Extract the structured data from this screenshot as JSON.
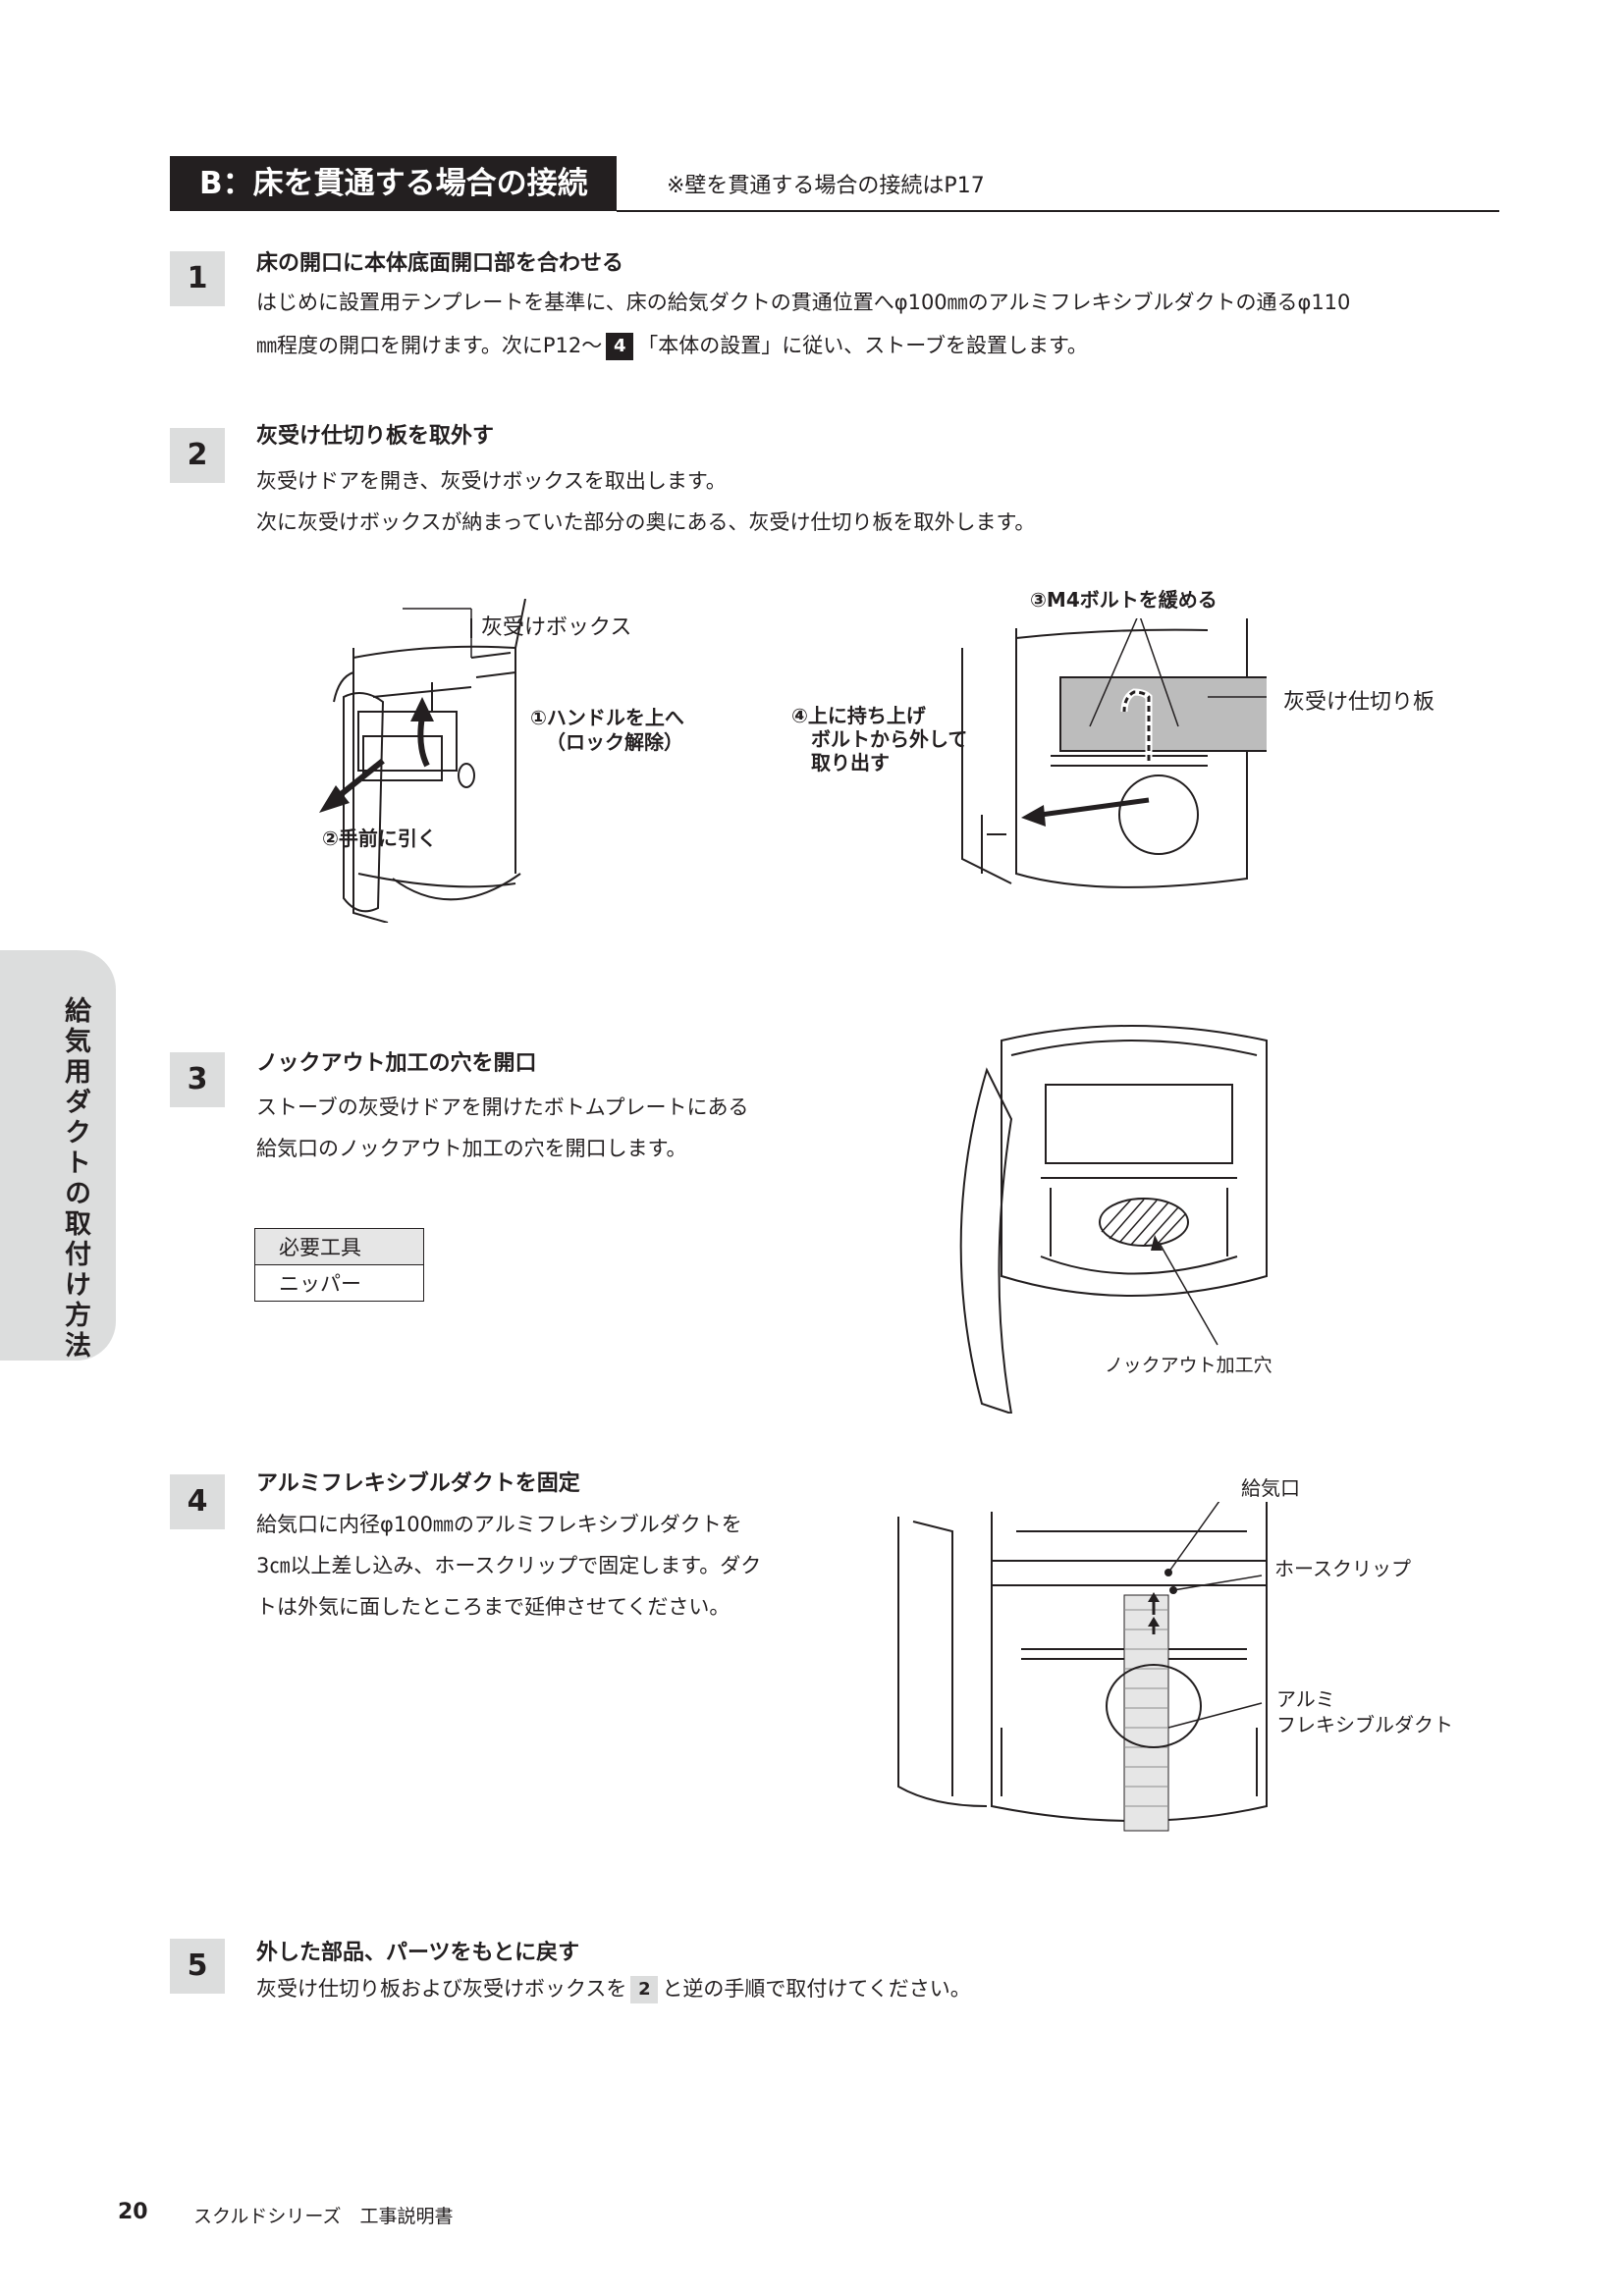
{
  "section": {
    "label": "B：床を貫通する場合の接続",
    "note": "※壁を貫通する場合の接続はP17"
  },
  "side_tab": {
    "label": "給気用ダクトの取付け方法"
  },
  "steps": [
    {
      "number": "1",
      "title": "床の開口に本体底面開口部を合わせる",
      "line1": "はじめに設置用テンプレートを基準に、床の給気ダクトの貫通位置へφ100㎜のアルミフレキシブルダクトの通るφ110",
      "line2_pre": "㎜程度の開口を開けます。次にP12～",
      "line2_badge": "4",
      "line2_post": "「本体の設置」に従い、ストーブを設置します。"
    },
    {
      "number": "2",
      "title": "灰受け仕切り板を取外す",
      "line1": "灰受けドアを開き、灰受けボックスを取出します。",
      "line2": "次に灰受けボックスが納まっていた部分の奥にある、灰受け仕切り板を取外します。"
    },
    {
      "number": "3",
      "title": "ノックアウト加工の穴を開口",
      "line1": "ストーブの灰受けドアを開けたボトムプレートにある",
      "line2": "給気口のノックアウト加工の穴を開口します。"
    },
    {
      "number": "4",
      "title": "アルミフレキシブルダクトを固定",
      "line1": "給気口に内径φ100㎜のアルミフレキシブルダクトを",
      "line2": "3㎝以上差し込み、ホースクリップで固定します。ダク",
      "line3": "トは外気に面したところまで延伸させてください。"
    },
    {
      "number": "5",
      "title": "外した部品、パーツをもとに戻す",
      "line1_pre": "灰受け仕切り板および灰受けボックスを",
      "line1_badge": "2",
      "line1_post": "と逆の手順で取付けてください。"
    }
  ],
  "figure_step2_left": {
    "label_box": "灰受けボックス",
    "label_handle_1": "①ハンドルを上へ",
    "label_handle_2": "（ロック解除）",
    "label_pull": "②手前に引く"
  },
  "figure_step2_right": {
    "label_bolt": "③M4ボルトを緩める",
    "label_lift_1": "④上に持ち上げ",
    "label_lift_2": "ボルトから外して",
    "label_lift_3": "取り出す",
    "label_plate": "灰受け仕切り板"
  },
  "figure_step3": {
    "label_knockout": "ノックアウト加工穴"
  },
  "tools": {
    "header": "必要工具",
    "item": "ニッパー"
  },
  "figure_step4": {
    "label_inlet": "給気口",
    "label_clip": "ホースクリップ",
    "label_duct_1": "アルミ",
    "label_duct_2": "フレキシブルダクト"
  },
  "footer": {
    "page": "20",
    "title": "スクルドシリーズ　工事説明書"
  }
}
